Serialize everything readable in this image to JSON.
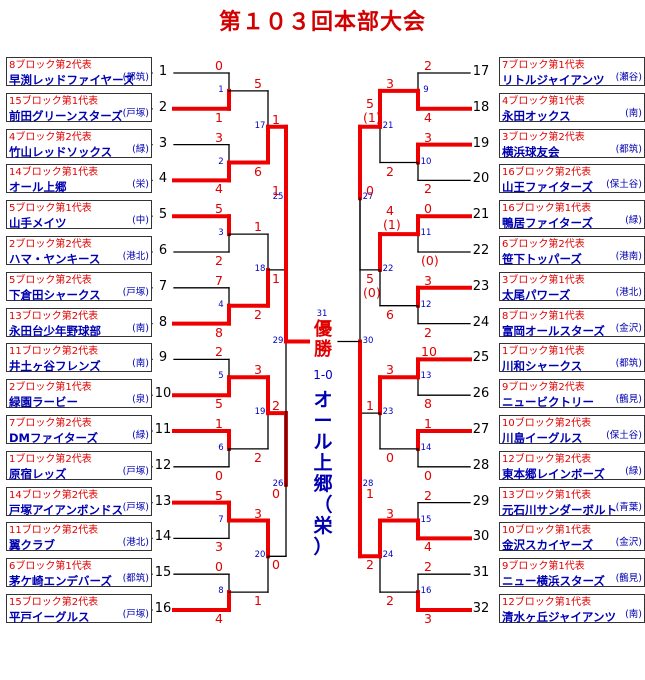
{
  "title": "第１０３回本部大会",
  "final": {
    "label": "優勝",
    "number": "31",
    "score": "1-0",
    "winner": "オール上郷（栄）"
  },
  "left_teams": [
    {
      "seed": "1",
      "block": "8ブロック第2代表",
      "name": "早渕レッドファイヤーズ",
      "district": "(都筑)"
    },
    {
      "seed": "2",
      "block": "15ブロック第1代表",
      "name": "前田グリーンスターズ",
      "district": "(戸塚)"
    },
    {
      "seed": "3",
      "block": "4ブロック第2代表",
      "name": "竹山レッドソックス",
      "district": "(緑)"
    },
    {
      "seed": "4",
      "block": "14ブロック第1代表",
      "name": "オール上郷",
      "district": "(栄)"
    },
    {
      "seed": "5",
      "block": "5ブロック第1代表",
      "name": "山手メイツ",
      "district": "(中)"
    },
    {
      "seed": "6",
      "block": "2ブロック第2代表",
      "name": "ハマ・ヤンキース",
      "district": "(港北)"
    },
    {
      "seed": "7",
      "block": "5ブロック第2代表",
      "name": "下倉田シャークス",
      "district": "(戸塚)"
    },
    {
      "seed": "8",
      "block": "13ブロック第2代表",
      "name": "永田台少年野球部",
      "district": "(南)"
    },
    {
      "seed": "9",
      "block": "11ブロック第2代表",
      "name": "井土ヶ谷フレンズ",
      "district": "(南)"
    },
    {
      "seed": "10",
      "block": "2ブロック第1代表",
      "name": "緑園ラービー",
      "district": "(泉)"
    },
    {
      "seed": "11",
      "block": "7ブロック第2代表",
      "name": "DMファイターズ",
      "district": "(緑)"
    },
    {
      "seed": "12",
      "block": "1ブロック第2代表",
      "name": "原宿レッズ",
      "district": "(戸塚)"
    },
    {
      "seed": "13",
      "block": "14ブロック第2代表",
      "name": "戸塚アイアンボンドス",
      "district": "(戸塚)"
    },
    {
      "seed": "14",
      "block": "11ブロック第2代表",
      "name": "翼クラブ",
      "district": "(港北)"
    },
    {
      "seed": "15",
      "block": "6ブロック第1代表",
      "name": "茅ケ崎エンデバーズ",
      "district": "(都筑)"
    },
    {
      "seed": "16",
      "block": "15ブロック第2代表",
      "name": "平戸イーグルス",
      "district": "(戸塚)"
    }
  ],
  "right_teams": [
    {
      "seed": "17",
      "block": "7ブロック第1代表",
      "name": "リトルジャイアンツ",
      "district": "(瀬谷)"
    },
    {
      "seed": "18",
      "block": "4ブロック第1代表",
      "name": "永田オックス",
      "district": "(南)"
    },
    {
      "seed": "19",
      "block": "3ブロック第2代表",
      "name": "横浜球友会",
      "district": "(都筑)"
    },
    {
      "seed": "20",
      "block": "16ブロック第2代表",
      "name": "山王ファイターズ",
      "district": "(保土谷)"
    },
    {
      "seed": "21",
      "block": "16ブロック第1代表",
      "name": "鴨居ファイターズ",
      "district": "(緑)"
    },
    {
      "seed": "22",
      "block": "6ブロック第2代表",
      "name": "笹下トッパーズ",
      "district": "(港南)"
    },
    {
      "seed": "23",
      "block": "3ブロック第1代表",
      "name": "太尾パワーズ",
      "district": "(港北)"
    },
    {
      "seed": "24",
      "block": "8ブロック第1代表",
      "name": "富岡オールスターズ",
      "district": "(金沢)"
    },
    {
      "seed": "25",
      "block": "1ブロック第1代表",
      "name": "川和シャークス",
      "district": "(都筑)"
    },
    {
      "seed": "26",
      "block": "9ブロック第2代表",
      "name": "ニュービクトリー",
      "district": "(鶴見)"
    },
    {
      "seed": "27",
      "block": "10ブロック第2代表",
      "name": "川島イーグルス",
      "district": "(保土谷)"
    },
    {
      "seed": "28",
      "block": "12ブロック第2代表",
      "name": "東本郷レインボーズ",
      "district": "(緑)"
    },
    {
      "seed": "29",
      "block": "13ブロック第1代表",
      "name": "元石川サンダーボルト",
      "district": "(青葉)"
    },
    {
      "seed": "30",
      "block": "10ブロック第1代表",
      "name": "金沢スカイヤーズ",
      "district": "(金沢)"
    },
    {
      "seed": "31",
      "block": "9ブロック第1代表",
      "name": "ニュー横浜スターズ",
      "district": "(鶴見)"
    },
    {
      "seed": "32",
      "block": "12ブロック第1代表",
      "name": "清水ヶ丘ジャイアンツ",
      "district": "(南)"
    }
  ],
  "left_r1": [
    {
      "no": "1",
      "s": [
        "0",
        "1"
      ],
      "w": 1
    },
    {
      "no": "2",
      "s": [
        "3",
        "4"
      ],
      "w": 1
    },
    {
      "no": "3",
      "s": [
        "5",
        "2"
      ],
      "w": 0
    },
    {
      "no": "4",
      "s": [
        "7",
        "8"
      ],
      "w": 1
    },
    {
      "no": "5",
      "s": [
        "2",
        "5"
      ],
      "w": 1
    },
    {
      "no": "6",
      "s": [
        "1",
        "0"
      ],
      "w": 0
    },
    {
      "no": "7",
      "s": [
        "5",
        "3"
      ],
      "w": 0
    },
    {
      "no": "8",
      "s": [
        "0",
        "4"
      ],
      "w": 1
    }
  ],
  "left_r2": [
    {
      "no": "17",
      "s": [
        "5",
        "6"
      ],
      "w": 1
    },
    {
      "no": "18",
      "s": [
        "1",
        "2"
      ],
      "w": 1
    },
    {
      "no": "19",
      "s": [
        "3",
        "2"
      ],
      "w": 0
    },
    {
      "no": "20",
      "s": [
        "3",
        "1"
      ],
      "w": 0
    }
  ],
  "left_r3": [
    {
      "no": "25",
      "s": [
        "1",
        "1"
      ],
      "w": 0
    },
    {
      "no": "26",
      "s": [
        "2",
        "0"
      ],
      "w": 0
    }
  ],
  "left_sf": {
    "no": "29",
    "s": [
      "1",
      "0"
    ],
    "w": 0
  },
  "right_r1": [
    {
      "no": "9",
      "s": [
        "2",
        "4"
      ],
      "w": 1
    },
    {
      "no": "10",
      "s": [
        "3",
        "2"
      ],
      "w": 0
    },
    {
      "no": "11",
      "s": [
        "0",
        "(0)"
      ],
      "w": 0
    },
    {
      "no": "12",
      "s": [
        "3",
        "2"
      ],
      "w": 0
    },
    {
      "no": "13",
      "s": [
        "10",
        "8"
      ],
      "w": 0
    },
    {
      "no": "14",
      "s": [
        "1",
        "0"
      ],
      "w": 0
    },
    {
      "no": "15",
      "s": [
        "2",
        "4"
      ],
      "w": 1
    },
    {
      "no": "16",
      "s": [
        "2",
        "3"
      ],
      "w": 1
    }
  ],
  "right_r2": [
    {
      "no": "21",
      "s": [
        "3",
        "2"
      ],
      "w": 0
    },
    {
      "no": "22",
      "s": [
        "4\n(1)",
        "6"
      ],
      "w": 0
    },
    {
      "no": "23",
      "s": [
        "3",
        "0"
      ],
      "w": 0
    },
    {
      "no": "24",
      "s": [
        "3",
        "2"
      ],
      "w": 0
    }
  ],
  "right_r3": [
    {
      "no": "27",
      "s": [
        "5\n(1)",
        "5\n(0)"
      ],
      "w": 0
    },
    {
      "no": "28",
      "s": [
        "1",
        "2"
      ],
      "w": 1
    }
  ],
  "right_sf": {
    "no": "30",
    "s": [
      "0",
      "1"
    ],
    "w": 1
  }
}
